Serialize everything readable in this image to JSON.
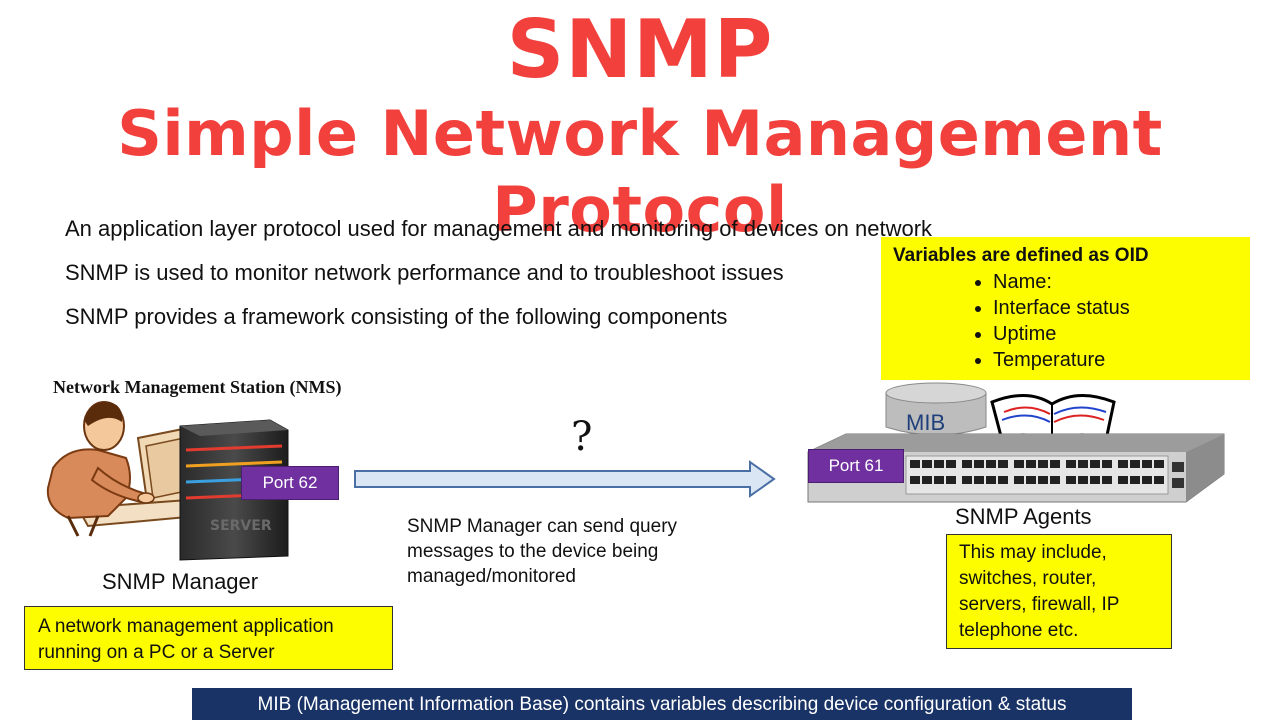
{
  "title": {
    "main": "SNMP",
    "sub": "Simple Network Management Protocol"
  },
  "bullets": [
    "An application layer protocol used for management and monitoring of devices on network",
    "SNMP is used to monitor network performance and to troubleshoot issues",
    "SNMP provides a framework consisting of the following components"
  ],
  "oid_box": {
    "title": "Variables are defined as OID",
    "items": [
      "Name:",
      "Interface status",
      "Uptime",
      "Temperature"
    ]
  },
  "nms": {
    "label": "Network Management Station (NMS)",
    "port": "Port 62",
    "server_text": "SERVER",
    "manager_label": "SNMP Manager",
    "manager_desc": "A network management application running on a PC or a Server"
  },
  "flow": {
    "question": "?",
    "query_text": "SNMP Manager can send query messages to the device being managed/monitored"
  },
  "agents": {
    "mib_label": "MIB",
    "port": "Port 61",
    "label": "SNMP Agents",
    "desc": "This may include, switches, router, servers, firewall, IP telephone etc."
  },
  "footer": "MIB (Management Information Base) contains variables describing device configuration & status",
  "colors": {
    "title_red": "#f2403c",
    "note_yellow": "#fdfd00",
    "port_purple": "#7030a0",
    "footer_navy": "#1a3366"
  }
}
